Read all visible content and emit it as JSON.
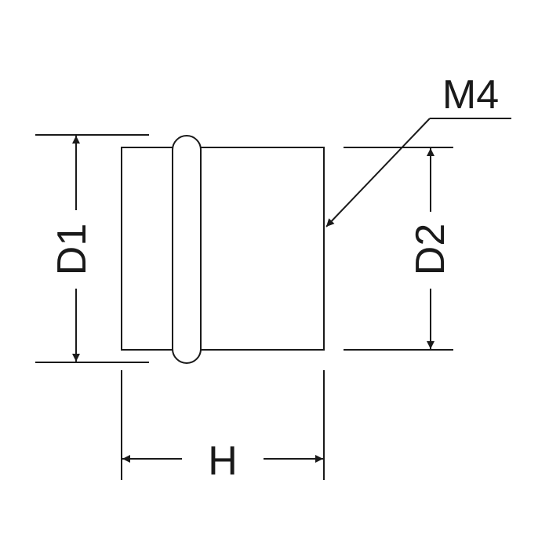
{
  "labels": {
    "d1": "D1",
    "d2": "D2",
    "h": "H",
    "m4": "M4"
  },
  "colors": {
    "line": "#1a1a1a",
    "background": "#ffffff"
  }
}
